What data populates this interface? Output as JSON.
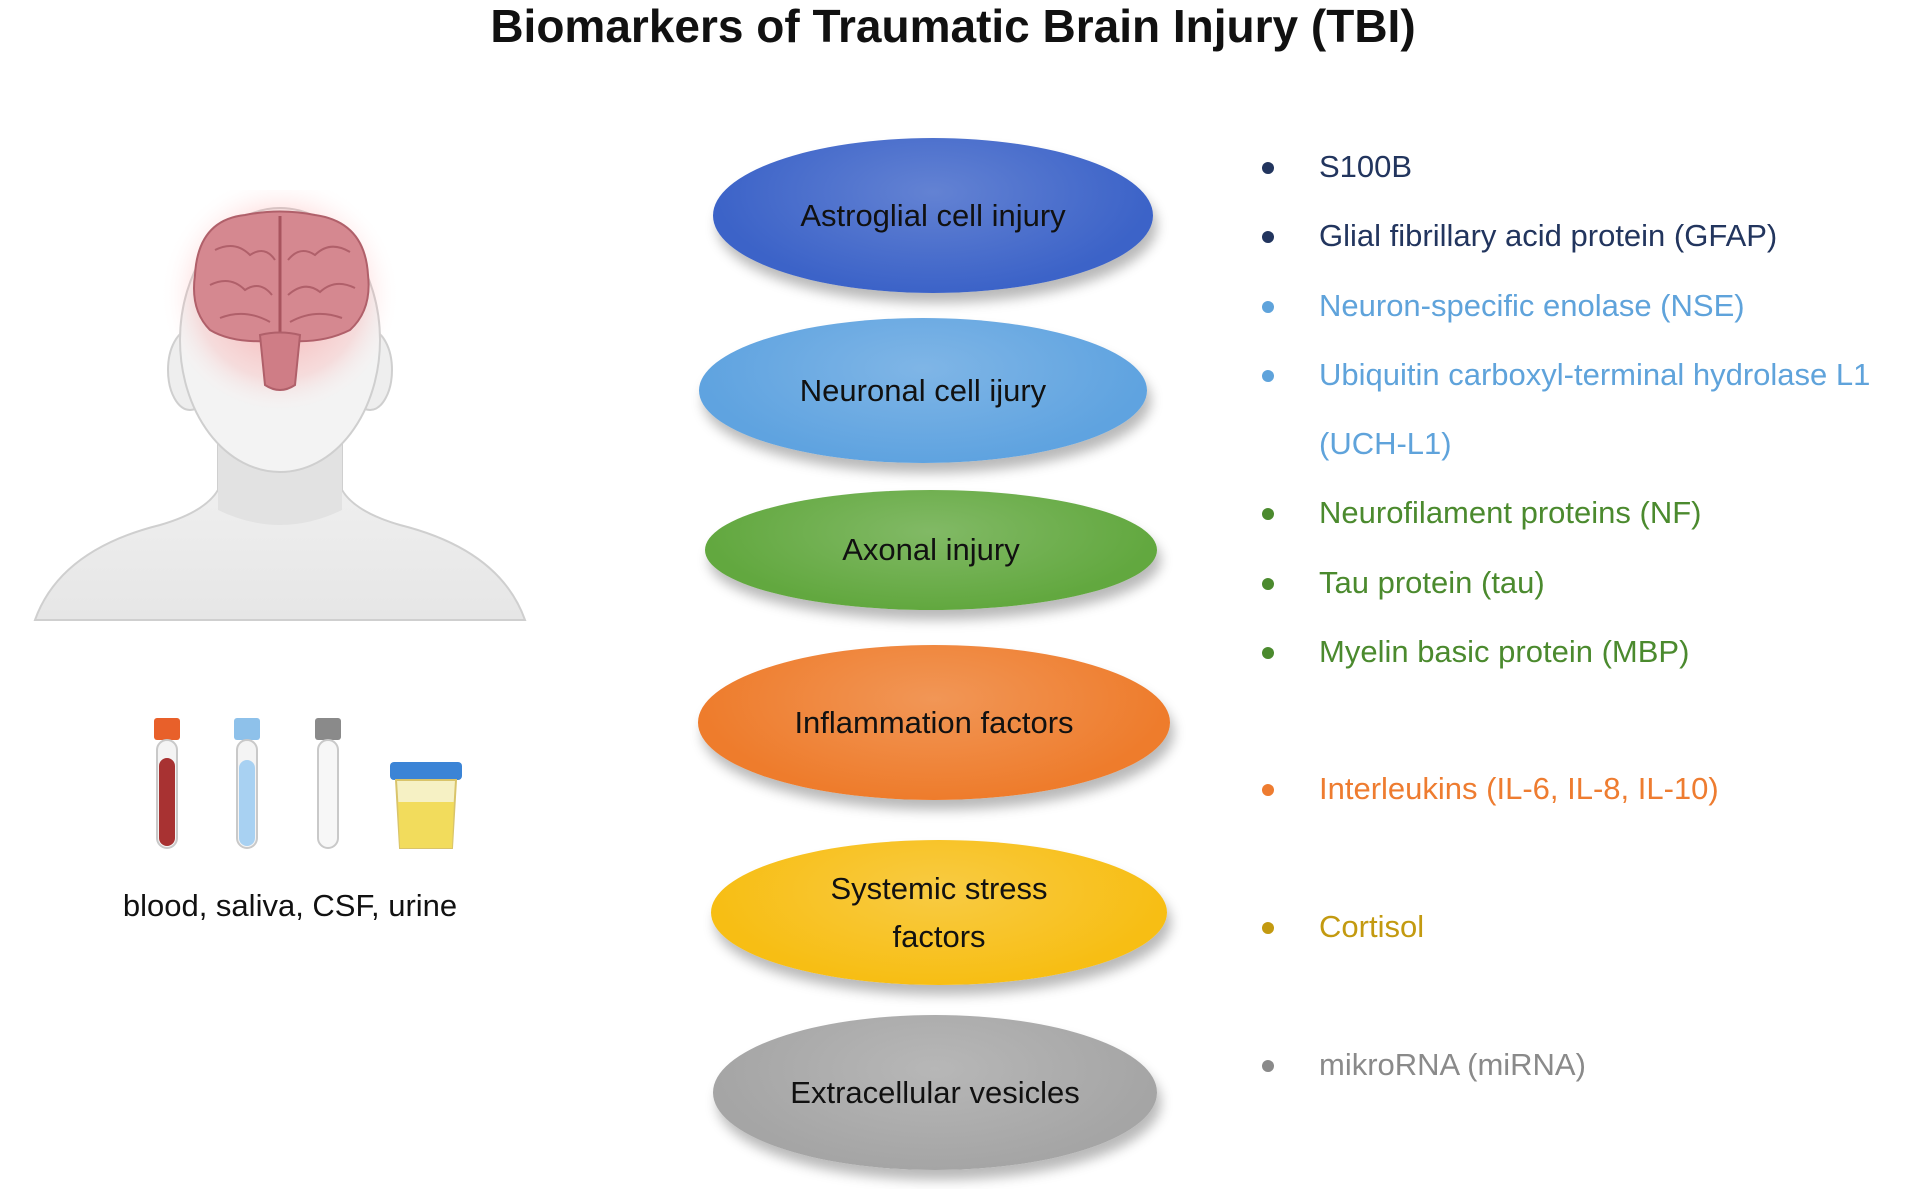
{
  "title": "Biomarkers of Traumatic Brain Injury (TBI)",
  "samples_label": "blood, saliva, CSF, urine",
  "categories": [
    {
      "label": "Astroglial cell injury",
      "color": "#3c63c8"
    },
    {
      "label": "Neuronal cell ijury",
      "color": "#5fa3e0"
    },
    {
      "label": "Axonal injury",
      "color": "#62a83f"
    },
    {
      "label": "Inflammation factors",
      "color": "#ee7c2c"
    },
    {
      "label": "Systemic stress factors",
      "color": "#f7be14"
    },
    {
      "label": "Extracellular vesicles",
      "color": "#a5a5a5"
    }
  ],
  "markers": [
    {
      "text": "S100B",
      "color": "#22355e"
    },
    {
      "text": "Glial fibrillary acid protein (GFAP)",
      "color": "#22355e"
    },
    {
      "text": "Neuron-specific enolase (NSE)",
      "color": "#5fa3db"
    },
    {
      "text": "Ubiquitin carboxyl-terminal hydrolase L1",
      "color": "#5fa3db"
    },
    {
      "text": "(UCH-L1)",
      "color": "#5fa3db"
    },
    {
      "text": "Neurofilament proteins (NF)",
      "color": "#4b8a2e"
    },
    {
      "text": "Tau protein (tau)",
      "color": "#4b8a2e"
    },
    {
      "text": "Myelin basic protein (MBP)",
      "color": "#4b8a2e"
    },
    {
      "text": "Interleukins (IL-6, IL-8, IL-10)",
      "color": "#ee7c30"
    },
    {
      "text": "Cortisol",
      "color": "#c39a10"
    },
    {
      "text": "mikroRNA (miRNA)",
      "color": "#8a8a8a"
    }
  ]
}
